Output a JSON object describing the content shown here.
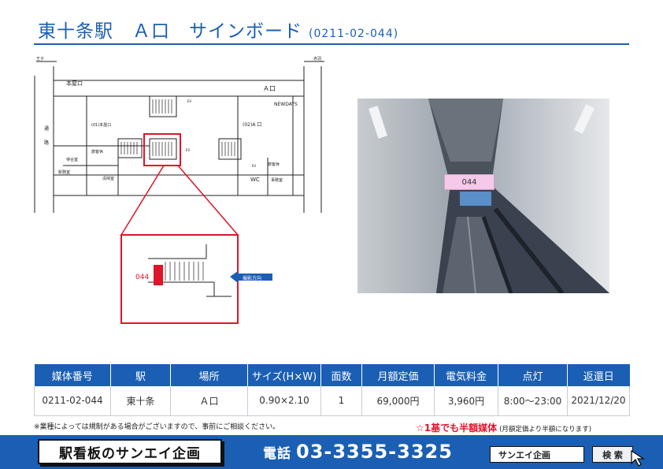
{
  "header": {
    "title": "東十条駅　Ａ口　サインボード",
    "code": "(0211-02-044)"
  },
  "map": {
    "left_direction": "王子",
    "right_direction": "赤羽",
    "exit_main": "本屋口",
    "exit_a": "Ａ口",
    "exit_main_small": "(01)本屋口",
    "exit_a_small": "(02)A 口",
    "shop": "NEWDAYS",
    "room_rest": "旅客休",
    "room_staff": "駅務室",
    "room_waiting": "待合室",
    "room_rest2": "旅客休",
    "room_wc": "WC",
    "room_office": "事務室",
    "room_office2": "清掃室",
    "ev_1": "EV",
    "ev_2": "EV",
    "ev_3": "EV",
    "side_label_1": "通",
    "side_label_2": "路",
    "inset_media_no": "044",
    "inset_direction": "撮影方向"
  },
  "photo": {
    "media_label": "044"
  },
  "table": {
    "headers": [
      "媒体番号",
      "駅",
      "場所",
      "サイズ(H×W)",
      "面数",
      "月額定価",
      "電気料金",
      "点灯",
      "返還日"
    ],
    "row": [
      "0211-02-044",
      "東十条",
      "Ａ口",
      "0.90×2.10",
      "1",
      "69,000円",
      "3,960円",
      "8:00～23:00",
      "2021/12/20"
    ]
  },
  "notes": {
    "left": "※業種によっては規制がある場合がございますので、事前にご相談ください。",
    "right_main": "☆1基でも半額媒体",
    "right_small": "(月額定価より半額になります)"
  },
  "footer": {
    "brand": "駅看板のサンエイ企画",
    "phone_label": "電話",
    "phone": "03-3355-3325",
    "search_text": "サンエイ企画",
    "search_button": "検 索",
    "search_button_icon": "cursor-arrow-icon"
  },
  "colors": {
    "brand_blue": "#1a5fb4",
    "highlight_red": "#e0142a",
    "media_pink": "#f5c9ea"
  }
}
